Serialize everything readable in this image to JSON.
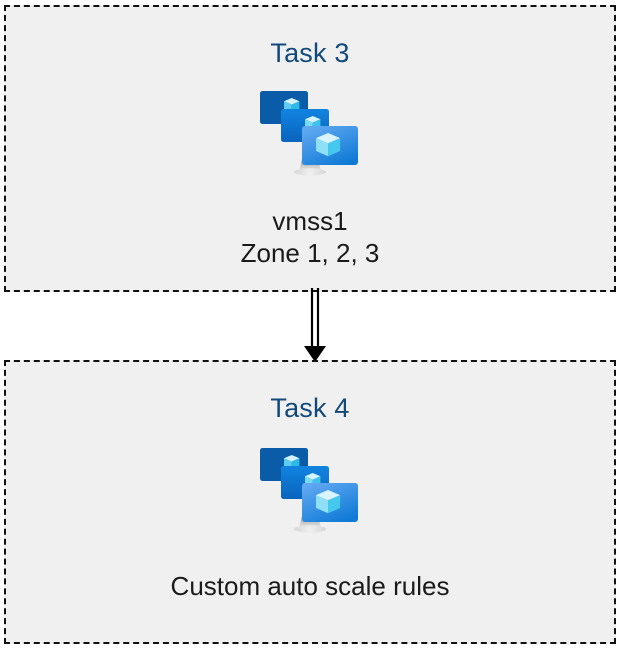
{
  "diagram": {
    "background_color": "#ffffff",
    "box_fill_color": "#f0f0f0",
    "box_border_color": "#111111",
    "title_color": "#11497b",
    "caption_color": "#1a1a1a",
    "connector_color": "#000000",
    "boxes": [
      {
        "id": "task3",
        "title": "Task 3",
        "icon": "azure-virtual-machine-scale-set-icon",
        "captions": [
          "vmss1",
          "Zone 1, 2, 3"
        ]
      },
      {
        "id": "task4",
        "title": "Task 4",
        "icon": "azure-virtual-machine-scale-set-icon",
        "captions": [
          "Custom auto scale rules"
        ]
      }
    ],
    "connector": {
      "name": "double-line-arrow",
      "direction": "down",
      "from": "task3",
      "to": "task4"
    },
    "icon_palette": {
      "monitor_back": "#0a5ca8",
      "monitor_mid_top": "#0f79d8",
      "monitor_mid_bottom": "#0a66c2",
      "monitor_front_top": "#5aa3ef",
      "monitor_front_bottom": "#0f7ad6",
      "cube_light": "#c9f0fb",
      "cube_mid": "#7fd9f5",
      "cube_dark": "#32c3ee",
      "stand_light": "#e3e3e3",
      "stand_dark": "#9a9a9a"
    }
  }
}
